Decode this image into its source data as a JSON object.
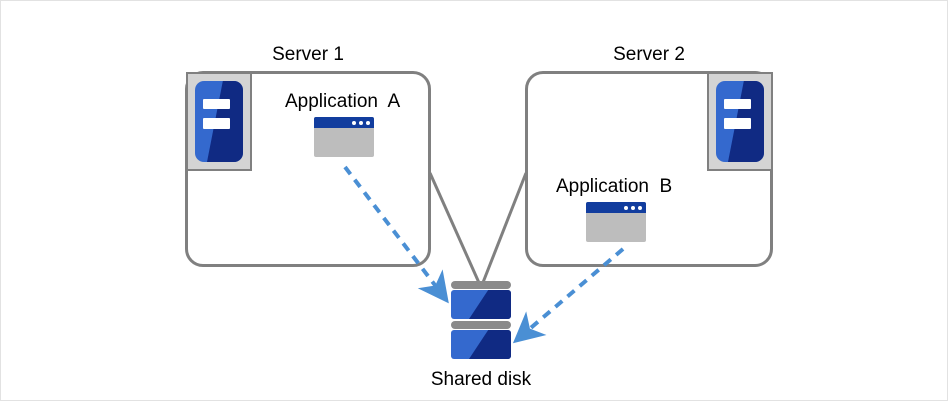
{
  "diagram": {
    "title": "Shared disk cluster diagram",
    "colors": {
      "box_border": "#808080",
      "server_icon_frame": "#d4d4d4",
      "server_icon_blue": "#3469ce",
      "server_icon_blue_dark": "#102a83",
      "app_window_body": "#bdbdbd",
      "app_window_titlebar": "#123d9e",
      "disk_cap_gray": "#8a8a8a",
      "arrow_blue": "#4a8fd4",
      "text": "#000000",
      "canvas_border": "#e2e2e2",
      "background": "#ffffff"
    },
    "servers": [
      {
        "label": "Server 1",
        "icon_name": "server-icon",
        "icon_position": "top-left",
        "application": {
          "label": "Application  A",
          "icon_name": "application-window-icon",
          "window_dots": 3
        }
      },
      {
        "label": "Server 2",
        "icon_name": "server-icon",
        "icon_position": "top-right",
        "application": {
          "label": "Application  B",
          "icon_name": "application-window-icon",
          "window_dots": 3
        }
      }
    ],
    "storage": {
      "label": "Shared disk",
      "icon_name": "shared-disk-icon",
      "platter_count": 2
    },
    "connectors": {
      "server_to_disk": {
        "style": "solid",
        "color": "#808080",
        "count": 2,
        "description": "V-shaped solid gray lines from each server box down to the shared disk"
      },
      "application_to_disk": {
        "style": "dashed-arrow",
        "color": "#4a8fd4",
        "count": 2,
        "description": "Dashed blue arrows from each application window to the shared disk"
      }
    }
  }
}
